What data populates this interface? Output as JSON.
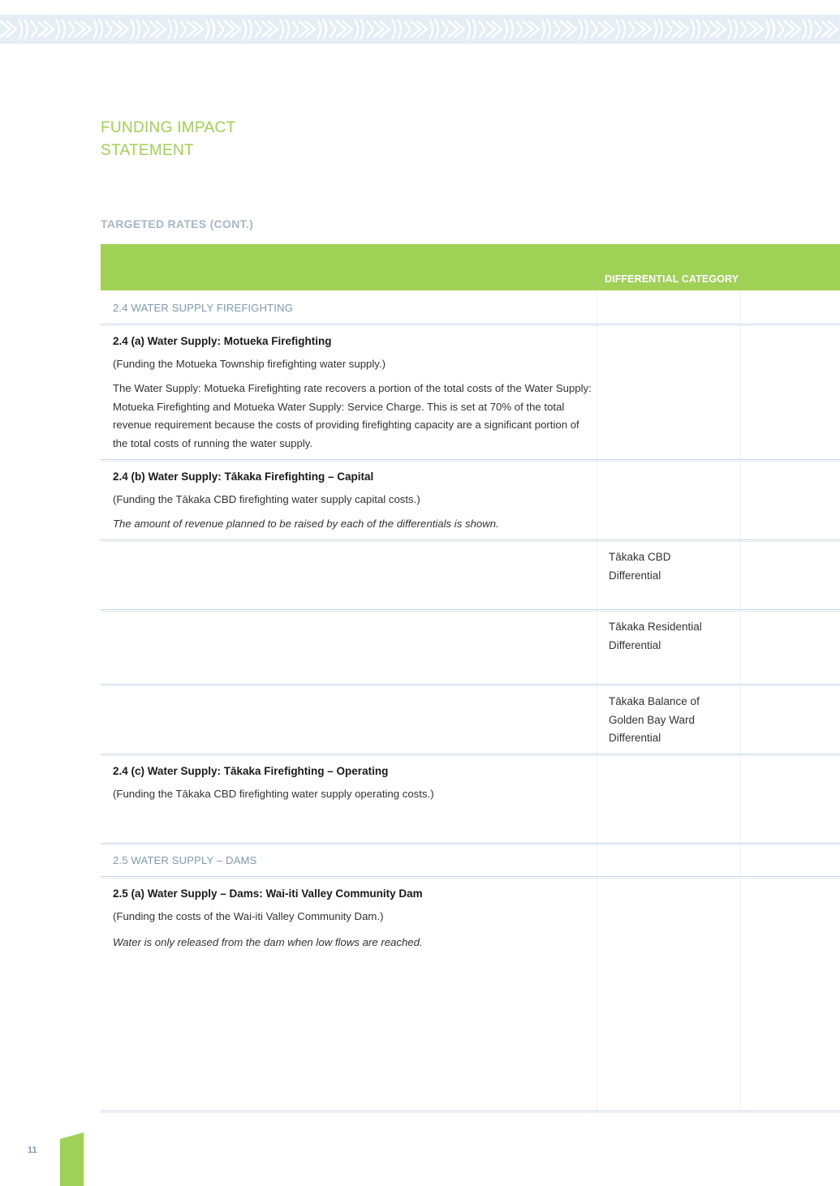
{
  "document": {
    "title_line1": "FUNDING IMPACT",
    "title_line2": "STATEMENT",
    "section_label": "TARGETED RATES (CONT.)",
    "column_header": "DIFFERENTIAL CATEGORY",
    "page_number": "11",
    "accent_color": "#a0d157",
    "group_color": "#7d9ab4"
  },
  "groups": [
    {
      "label": "2.4 WATER SUPPLY FIREFIGHTING",
      "items": [
        {
          "title": "2.4 (a) Water Supply: Motueka Firefighting",
          "subtitle": "(Funding the Motueka Township firefighting water supply.)",
          "body": "The Water Supply: Motueka Firefighting rate recovers a portion of the total costs of the Water Supply: Motueka Firefighting and Motueka Water Supply: Service Charge. This is set at 70% of the total revenue requirement because the costs of providing firefighting capacity are a significant portion of the total costs of running the water supply."
        },
        {
          "title": "2.4 (b) Water Supply: Tākaka Firefighting – Capital",
          "subtitle": "(Funding the Tākaka CBD firefighting water supply capital costs.)",
          "note": "The amount of revenue planned to be raised by each of the differentials is shown.",
          "differentials": [
            "Tākaka CBD Differential",
            "Tākaka Residential Differential",
            "Tākaka Balance of Golden Bay Ward Differential"
          ]
        },
        {
          "title": "2.4 (c) Water Supply: Tākaka Firefighting – Operating",
          "subtitle": "(Funding the Tākaka CBD firefighting water supply operating costs.)"
        }
      ]
    },
    {
      "label": "2.5 WATER SUPPLY – DAMS",
      "items": [
        {
          "title": "2.5 (a) Water Supply – Dams: Wai-iti Valley Community Dam",
          "subtitle": "(Funding the costs of the Wai-iti Valley Community Dam.)",
          "note": "Water is only released from the dam when low flows are reached."
        }
      ]
    }
  ]
}
